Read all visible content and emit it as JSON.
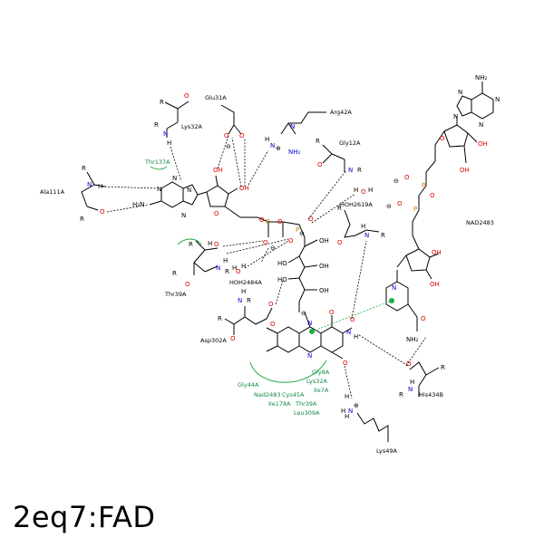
{
  "title": "2eq7:FAD",
  "residues": {
    "glu31": "Glu31A",
    "arg42": "Arg42A",
    "lys32_top": "Lys32A",
    "thr137": "Thr137A",
    "gly12": "Gly12A",
    "ala111": "Ala111A",
    "thr39": "Thr39A",
    "hoh2484": "HOH2484A",
    "hoh2619": "HOH2619A",
    "nad2483": "NAD2483",
    "asp302": "Asp302A",
    "his434": "His434B",
    "lys49": "Lys49A"
  },
  "hydrophobic": {
    "col1": [
      "Gly44A",
      "Nad2483",
      "Ile178A"
    ],
    "col2": [
      "Cys45A",
      "Thr39A",
      "Leu309A"
    ],
    "col3": [
      "Gly8A",
      "Lys32A",
      "Ile7A"
    ]
  },
  "atoms": {
    "R": "R",
    "O": "O",
    "N": "N",
    "H": "H",
    "NH": "NH",
    "HN": "HN",
    "H2N": "H₂N",
    "NH2": "NH₂",
    "OH": "OH",
    "HO": "HO",
    "P": "P",
    "minus": "⊖",
    "plus": "⊕",
    "NH3": "N",
    "N_plus": "N"
  }
}
